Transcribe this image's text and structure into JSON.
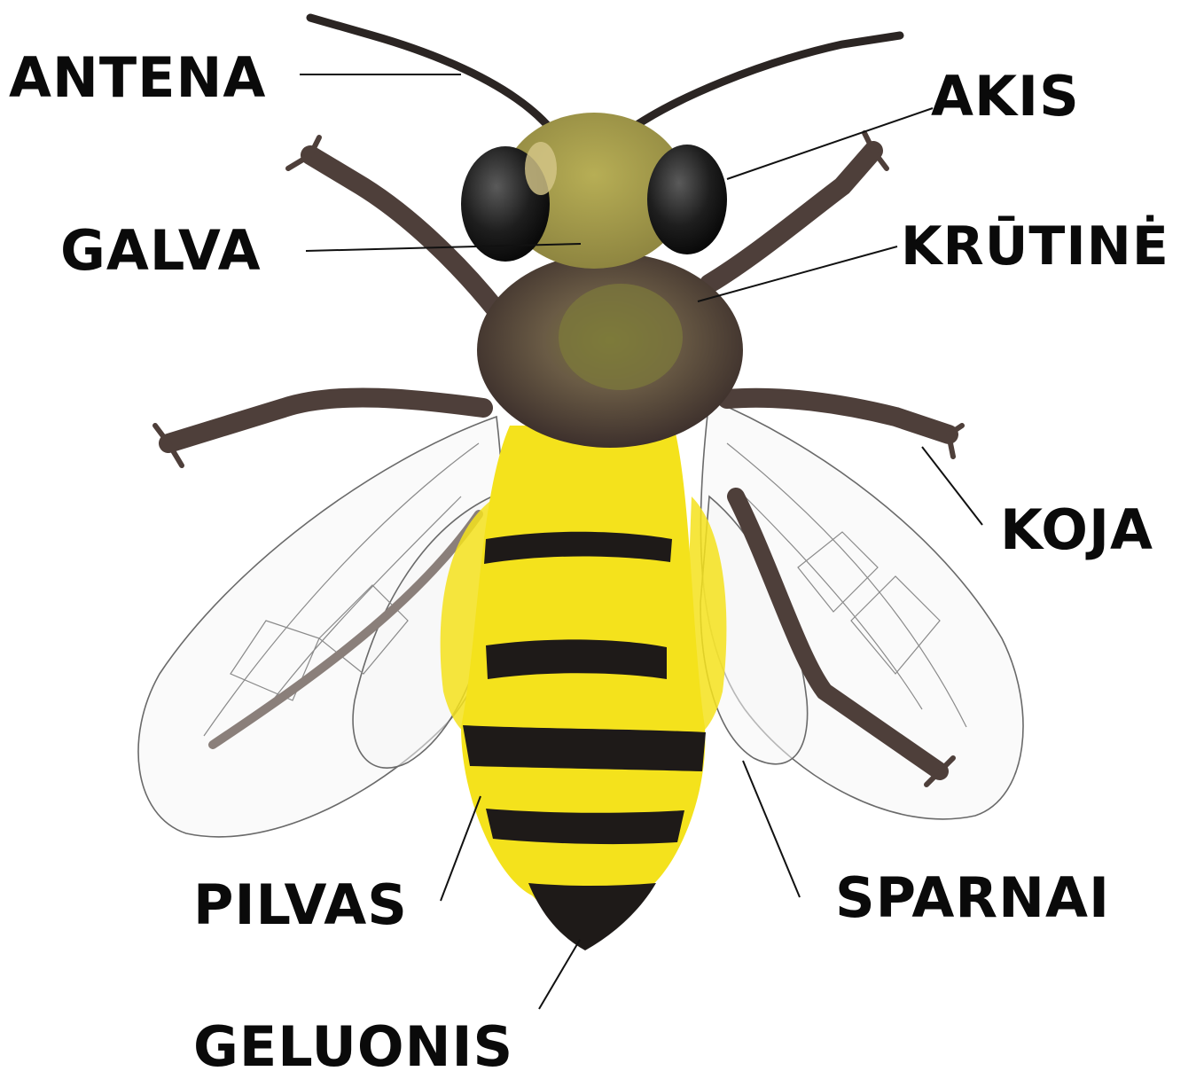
{
  "diagram": {
    "labels": {
      "antena": "ANTENA",
      "akis": "AKIS",
      "galva": "GALVA",
      "krutine": "KRŪTINĖ",
      "koja": "KOJA",
      "pilvas": "PILVAS",
      "sparnai": "SPARNAI",
      "geluonis": "GELUONIS"
    },
    "colors": {
      "stripe_yellow": "#f4e21c",
      "stripe_black": "#1e1a18",
      "thorax": "#5b4a40",
      "thorax_center": "#7d7a3a",
      "head": "#a9a148",
      "eye": "#1b1b1b",
      "leg": "#4e3f3a",
      "wing_line": "#555555"
    }
  }
}
